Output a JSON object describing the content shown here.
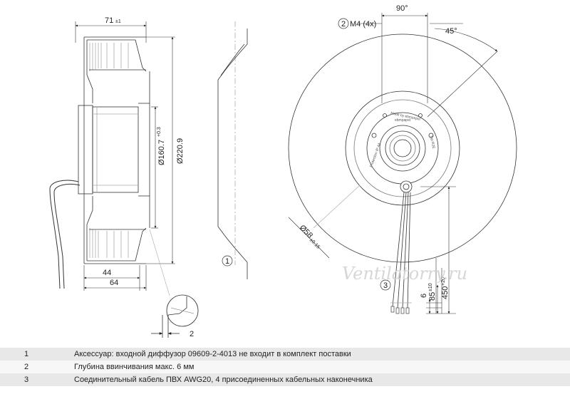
{
  "dims": {
    "depth": "71",
    "depth_tol": "±1",
    "inner_dia": "Ø160.7",
    "inner_dia_tol": "+0.3",
    "outer_dia": "Ø220.9",
    "len44": "44",
    "len64": "64",
    "gap2": "2",
    "angle90": "90°",
    "angle45": "45°",
    "thread": "M4 (4x)",
    "hub_dia": "Ø58",
    "hub_dia_tol": "±0.15",
    "strip6": "6",
    "len85": "85",
    "len85_tol": "±10",
    "len450": "450",
    "len450_tol": "+20"
  },
  "callouts": [
    "1",
    "2",
    "3"
  ],
  "label_text": {
    "top": "Made by ebmpapst",
    "logo": "ebmpapst",
    "left": "Protection IP 44",
    "right": "Typ R2E"
  },
  "watermark": "Ventilatorry.ru",
  "notes": [
    {
      "num": "1",
      "text": "Аксессуар: входной диффузор 09609-2-4013 не входит в комплект поставки"
    },
    {
      "num": "2",
      "text": "Глубина ввинчивания макс. 6 мм"
    },
    {
      "num": "3",
      "text": "Соединительный кабель ПВХ AWG20, 4 присоединенных кабельных наконечника"
    }
  ]
}
